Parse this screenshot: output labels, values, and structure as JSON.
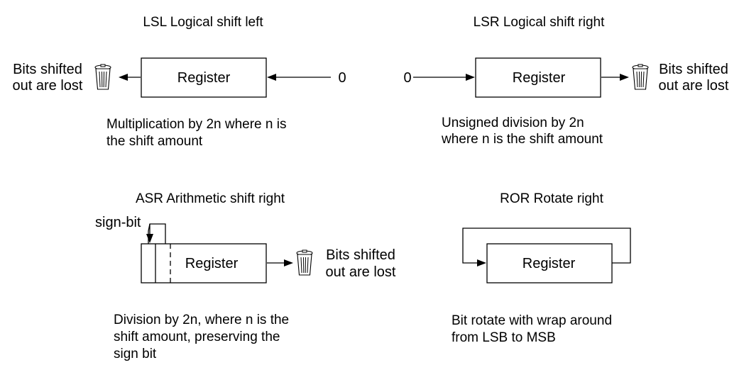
{
  "lsl": {
    "title": "LSL Logical shift left",
    "register": "Register",
    "input": "0",
    "lost_line1": "Bits shifted",
    "lost_line2": "out are lost",
    "desc_line1": "Multiplication by 2n where n is",
    "desc_line2": "the shift amount"
  },
  "lsr": {
    "title": "LSR Logical shift right",
    "register": "Register",
    "input": "0",
    "lost_line1": "Bits shifted",
    "lost_line2": "out are lost",
    "desc_line1": "Unsigned division by 2n",
    "desc_line2": "where n is the shift amount"
  },
  "asr": {
    "title": "ASR Arithmetic shift right",
    "register": "Register",
    "sign_bit": "sign-bit",
    "lost_line1": "Bits shifted",
    "lost_line2": "out are lost",
    "desc_line1": "Division by 2n, where n is the",
    "desc_line2": "shift amount, preserving the",
    "desc_line3": "sign bit"
  },
  "ror": {
    "title": "ROR Rotate right",
    "register": "Register",
    "desc_line1": "Bit rotate with wrap around",
    "desc_line2": "from LSB to MSB"
  },
  "icons": {
    "bin": "trash-bin-icon"
  }
}
